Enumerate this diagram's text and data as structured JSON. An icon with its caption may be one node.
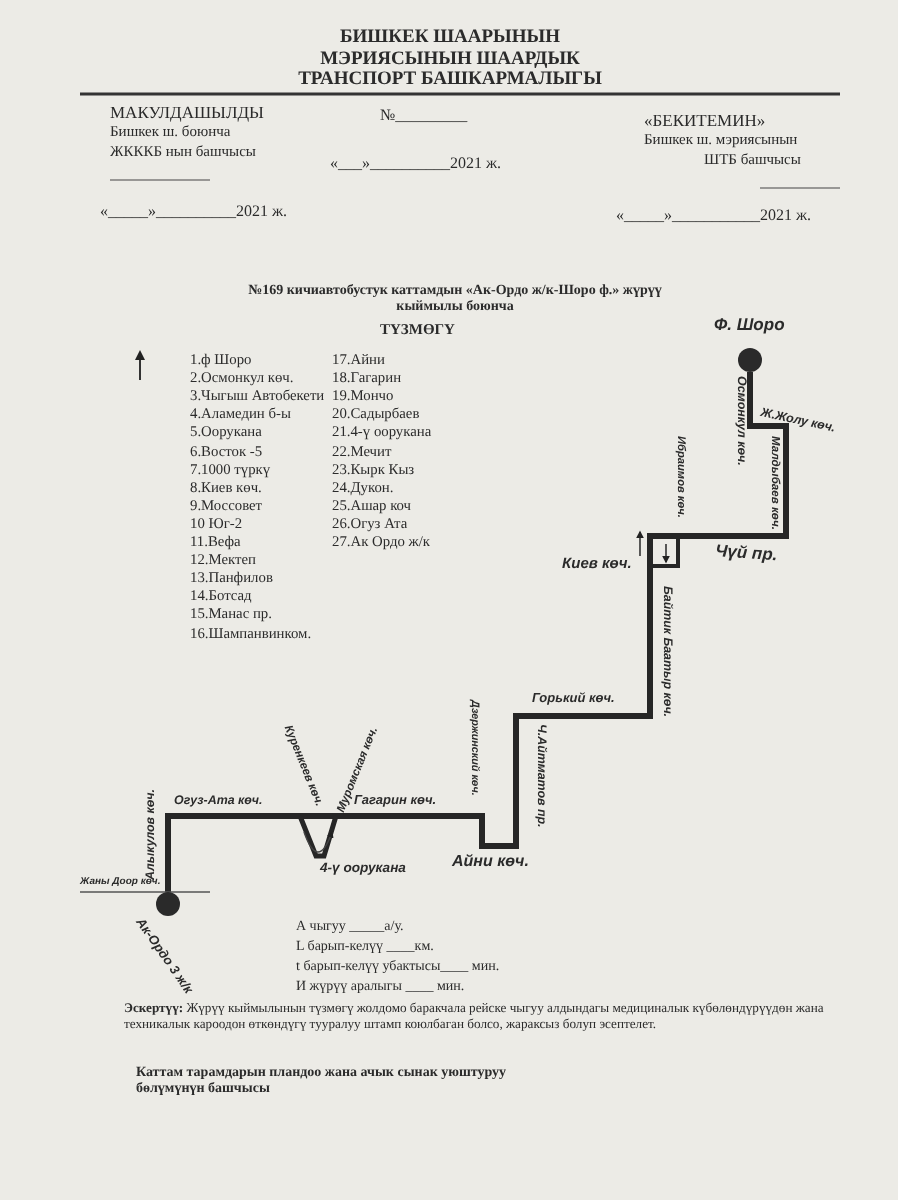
{
  "diagram": {
    "title": "БИШКЕК ШААРЫНЫН МЭРИЯСЫНЫН ШААРДЫК ТРАНСПОРТ БАШКАРМАЛЫГЫ",
    "nodes": [
      {
        "text": [],
        "shape": "circle",
        "beside": [
          "Ф. Шоро"
        ]
      },
      {
        "text": [],
        "shape": "circle",
        "beside": [
          "Ак-Ордо 3 ж/к"
        ]
      }
    ],
    "edges": [
      {
        "from": 0,
        "to": 1,
        "arrow": "none"
      }
    ],
    "labels": [
      "МАКУЛДАШЫЛДЫ",
      "Бишкек ш. боюнча",
      "ЖКККБ нын башчысы",
      "№_________",
      "«___»__________2021 ж.",
      "«БЕКИТЕМИН»",
      "Бишкек ш. мэриясынын",
      "ШТБ башчысы",
      "«_____»__________2021 ж.",
      "«_____»___________2021 ж.",
      "№169 кичиавтобустук каттамдын «Ак-Ордо ж/к-Шоро ф.» жүрүү кыймылы боюнча",
      "ТҮЗМӨГҮ",
      "1.ф Шоро",
      "2.Осмонкул көч.",
      "3.Чыгыш Автобекети",
      "4.Аламедин б-ы",
      "5.Оорукана",
      "6.Восток -5",
      "7.1000 түркү",
      "8.Киев көч.",
      "9.Моссовет",
      "10 Юг-2",
      "11.Вефа",
      "12.Мектеп",
      "13.Панфилов",
      "14.Ботсад",
      "15.Манас пр.",
      "16.Шампанвинком.",
      "17.Айни",
      "18.Гагарин",
      "19.Мончо",
      "20.Садырбаев",
      "21.4-ү оорукана",
      "22.Мечит",
      "23.Кырк Кыз",
      "24.Дукон.",
      "25.Ашар коч",
      "26.Огуз Ата",
      "27.Ак Ордо ж/к",
      "Осмонкул көч.",
      "Ж.Жолу көч.",
      "Малдыбаев көч.",
      "Ибраимов көч.",
      "Чүй пр.",
      "Киев көч.",
      "Байтик Баатыр көч.",
      "Горький көч.",
      "Ч.Айтматов пр.",
      "Дзержинский көч.",
      "Айни көч.",
      "Куренкеев көч.",
      "Муромская көч.",
      "Гагарин көч.",
      "4-ү оорукана",
      "Огуз-Ата көч.",
      "Алыкулов көч.",
      "Жаны Доор көч.",
      "А чыгуу _____а/у.",
      "L барып-келүү ____км.",
      "t барып-келүү убактысы____ мин.",
      "И жүрүү аралыгы ____ мин.",
      "**Эскертүү:** Жүрүү кыймылынын түзмөгү жолдомо баракчала рейске чыгуу алдындагы медициналык күбөлөндүрүүдөн жана техникалык кароодон өткөндүгү тууралуу штамп коюлбаган болсо, жараксыз болуп эсептелет.",
      "Каттам тарамдарын пландоо жана ачык сынак уюштуруу бөлүмүнүн башчысы"
    ]
  }
}
